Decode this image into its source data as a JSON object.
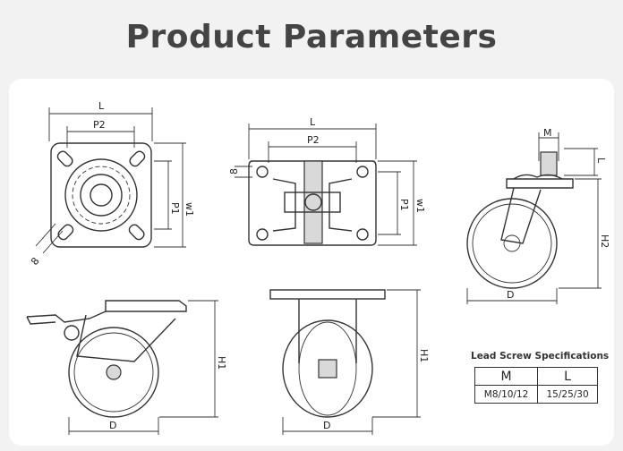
{
  "page": {
    "title": "Product Parameters"
  },
  "spec_table": {
    "title": "Lead Screw Specifications",
    "headers": [
      "M",
      "L"
    ],
    "values": [
      "M8/10/12",
      "15/25/30"
    ]
  },
  "views": {
    "top_plate": {
      "width_label": "L",
      "inner_width_label": "P2",
      "depth_label": "w1",
      "inner_depth_label": "P1",
      "hole_label": "8"
    },
    "front_bracket": {
      "width_label": "L",
      "inner_width_label": "P2",
      "depth_label": "w1",
      "inner_depth_label": "P1",
      "hole_label": "8"
    },
    "swivel_stem_side": {
      "stem_label": "M",
      "length_label": "L",
      "height_label": "H2",
      "diameter_label": "D"
    },
    "brake_side": {
      "height_label": "H1",
      "diameter_label": "D"
    },
    "fixed_front": {
      "height_label": "H1",
      "diameter_label": "D"
    }
  }
}
